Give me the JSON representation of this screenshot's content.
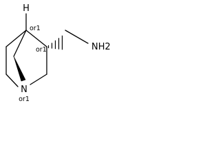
{
  "molecule": {
    "atoms": {
      "h": "H",
      "n1": "N",
      "nh2": "NH2"
    },
    "stereo_labels": {
      "c4": "or1",
      "c3": "or1",
      "n1": "or1"
    }
  }
}
